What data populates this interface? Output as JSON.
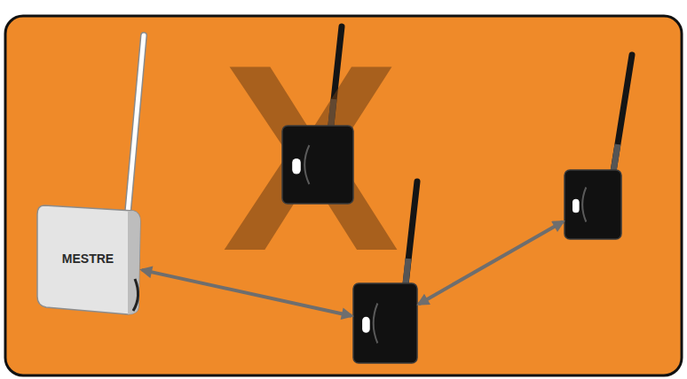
{
  "diagram": {
    "nodes": [
      {
        "text": [
          "MESTRE"
        ]
      },
      {
        "text": []
      },
      {
        "text": []
      },
      {
        "text": []
      }
    ],
    "edges": [
      {
        "from": 0,
        "to": 2,
        "arrow": "both"
      },
      {
        "from": 2,
        "to": 3,
        "arrow": "both"
      }
    ],
    "labels": [
      "X"
    ]
  }
}
